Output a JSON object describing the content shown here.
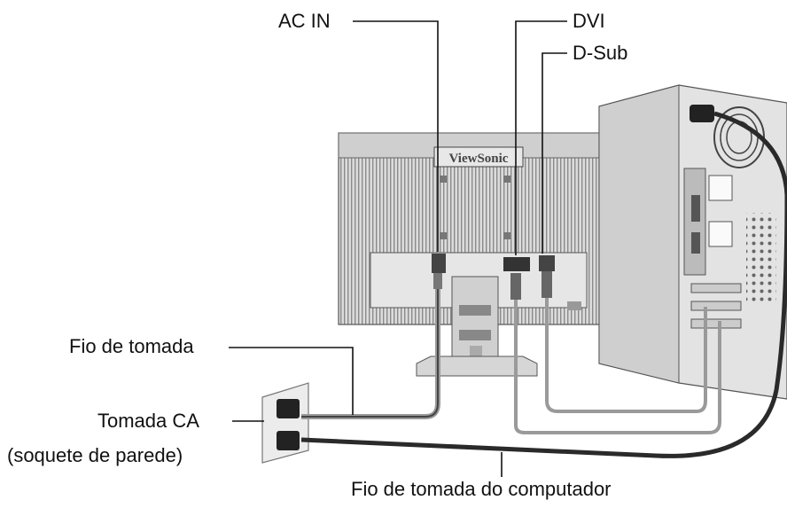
{
  "labels": {
    "ac_in": "AC IN",
    "dvi": "DVI",
    "dsub": "D-Sub",
    "power_cord": "Fio de tomada",
    "ac_outlet": "Tomada CA",
    "wall_socket": "(soquete de parede)",
    "computer_power_cord": "Fio de tomada do computador"
  },
  "monitor": {
    "brand": "ViewSonic"
  },
  "colors": {
    "line": "#111111",
    "cable_gray": "#9a9a9a",
    "cable_dark": "#2a2a2a",
    "panel": "#d9d9d9"
  }
}
